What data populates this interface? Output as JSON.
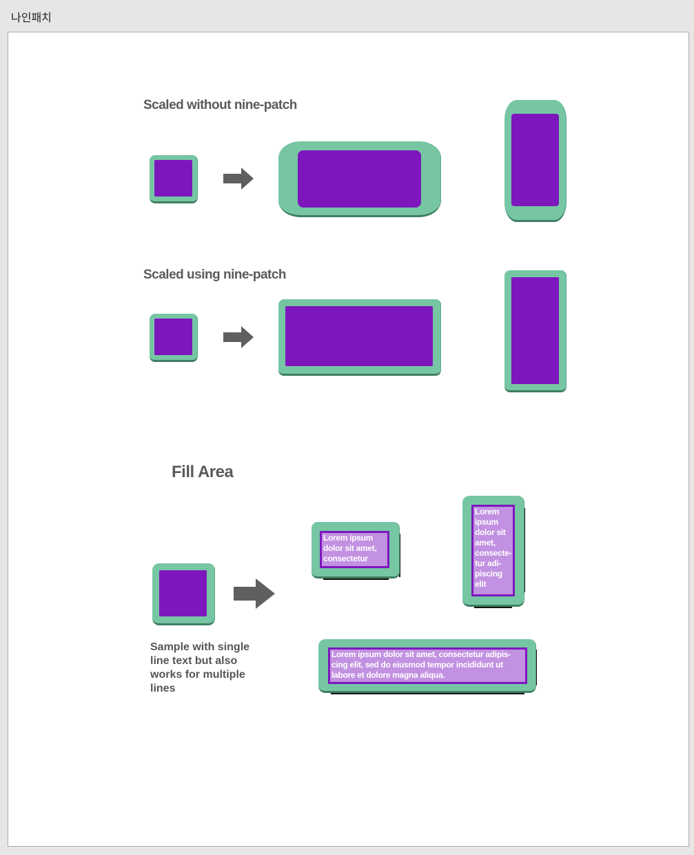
{
  "window": {
    "title": "나인패치"
  },
  "sections": {
    "without": {
      "title": "Scaled without nine-patch"
    },
    "using": {
      "title": "Scaled using nine-patch"
    },
    "fill": {
      "title": "Fill Area"
    }
  },
  "fill_area": {
    "small_box_text": "Lorem ipsum dolor sit amet, consectetur",
    "tall_box_text": "Lorem ipsum dolor sit amet, consecte-tur adi-piscing elit",
    "wide_box_text": "Lorem ipsum dolor sit amet, consectetur adipis-cing elit, sed do eiusmod tempor incididunt ut labore et dolore magna aliqua.",
    "caption": "Sample with single line text but also works for multiple lines"
  },
  "colors": {
    "frame": "#76c6a3",
    "frame_shadow": "#3f7e62",
    "fill": "#7d17bd",
    "text_fill": "#c291e1",
    "arrow": "#5f5f5f",
    "heading": "#5a5a5a"
  },
  "icons": {
    "arrow": "right-arrow-icon"
  }
}
